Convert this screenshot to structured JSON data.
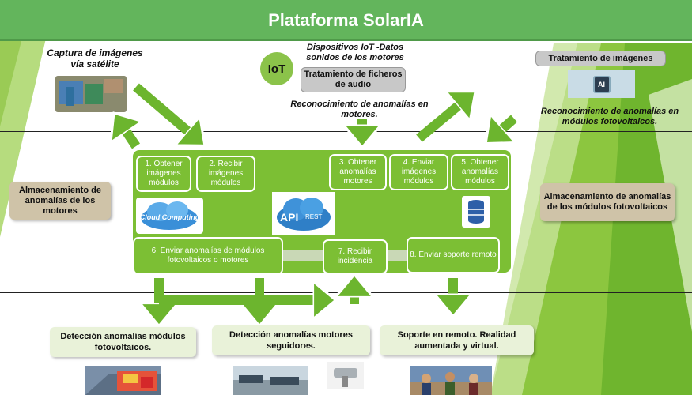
{
  "header": {
    "title": "Plataforma SolarIA"
  },
  "satellite": {
    "label": "Captura de imágenes vía satélite"
  },
  "iot": {
    "badge": "IoT",
    "label": "Dispositivos IoT -Datos sonidos de los motores",
    "audio_box": "Tratamiento de ficheros de audio",
    "anomaly_text": "Reconocimiento de anomalías en motores."
  },
  "image_processing": {
    "box": "Tratamiento de imágenes",
    "anomaly_text": "Reconocimiento de anomalías en módulos fotovoltaicos.",
    "chip_label": "AI"
  },
  "storage": {
    "left": "Almacenamiento de anomalías de los motores",
    "right": "Almacenamiento de anomalías de los módulos fotovoltaicos"
  },
  "steps": {
    "s1": "1. Obtener imágenes módulos",
    "s2": "2. Recibir imágenes módulos",
    "s3": "3. Obtener anomalías motores",
    "s4": "4. Enviar imágenes módulos",
    "s5": "5. Obtener anomalías módulos",
    "s6": "6. Enviar anomalías de módulos fotovoltaicos o motores",
    "s7": "7. Recibir incidencia",
    "s8": "8. Enviar soporte remoto"
  },
  "logos": {
    "cloud": "Cloud Computing",
    "api": "API",
    "rest": "REST"
  },
  "outputs": {
    "o1": "Detección anomalías módulos fotovoltaicos.",
    "o2": "Detección anomalías motores seguidores.",
    "o3": "Soporte en remoto. Realidad aumentada y virtual."
  },
  "colors": {
    "header_green": "#63b55c",
    "step_green": "#7cbf34",
    "arrow_green": "#6cb52e",
    "bg_green": "#8cc63f",
    "beige": "#cfc3a8"
  }
}
